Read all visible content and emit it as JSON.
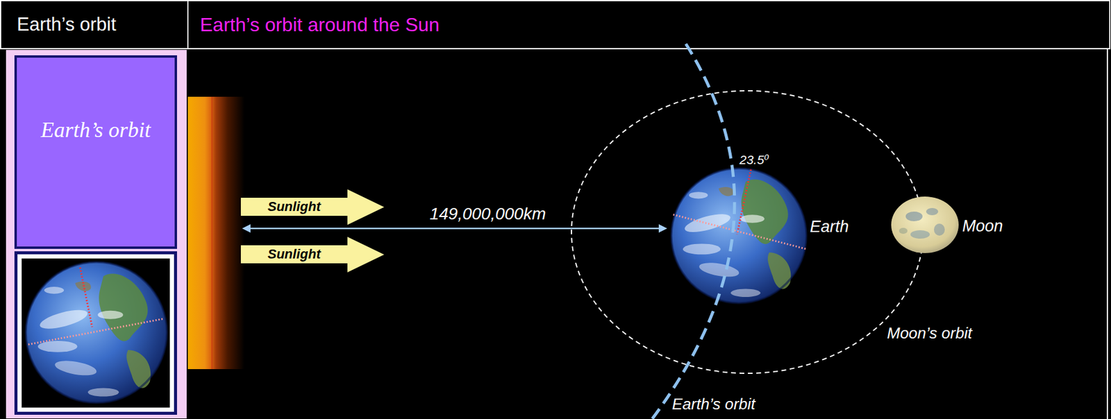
{
  "diagram": {
    "title": "Earth’s orbit around the Sun",
    "nodes": [
      {
        "text": [
          "Earth’s orbit"
        ]
      },
      {
        "text": [
          "Earth’s orbit"
        ]
      },
      {
        "text": [
          "Sunlight"
        ]
      },
      {
        "text": [
          "Sunlight"
        ]
      }
    ],
    "labels": [
      "149,000,000km",
      "23.5⁰",
      "Earth",
      "Moon",
      "Moon’s orbit",
      "Earth’s orbit"
    ]
  }
}
